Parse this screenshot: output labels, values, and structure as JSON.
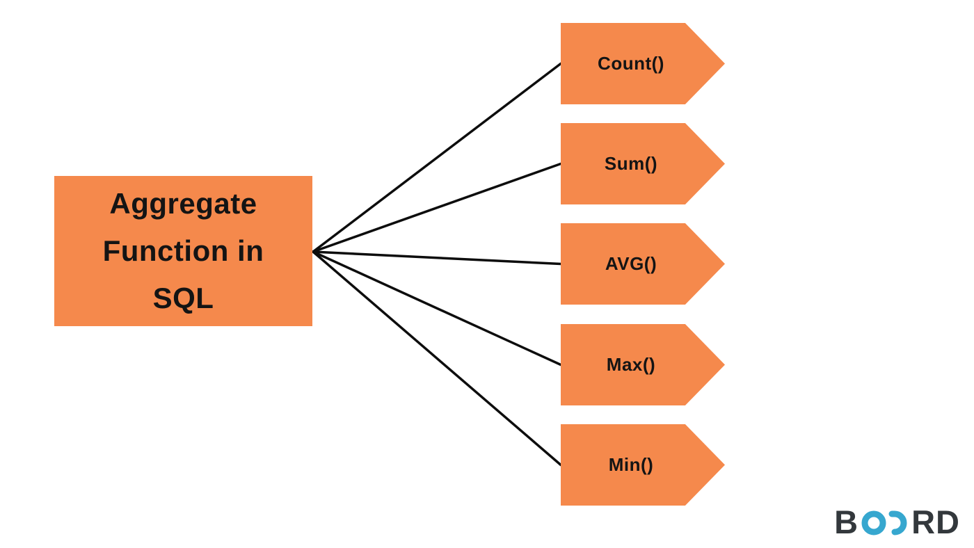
{
  "diagram": {
    "root_label": "Aggregate Function in SQL",
    "functions": [
      {
        "label": "Count()"
      },
      {
        "label": "Sum()"
      },
      {
        "label": "AVG()"
      },
      {
        "label": "Max()"
      },
      {
        "label": "Min()"
      }
    ]
  },
  "colors": {
    "shape_fill": "#F5894C",
    "connector": "#0D0D0D",
    "label_text": "#141414",
    "logo_text": "#33383C",
    "logo_accent": "#36A7CF"
  },
  "logo": {
    "prefix": "B",
    "suffix": "RD",
    "symbol": "infinity-loops-icon"
  }
}
